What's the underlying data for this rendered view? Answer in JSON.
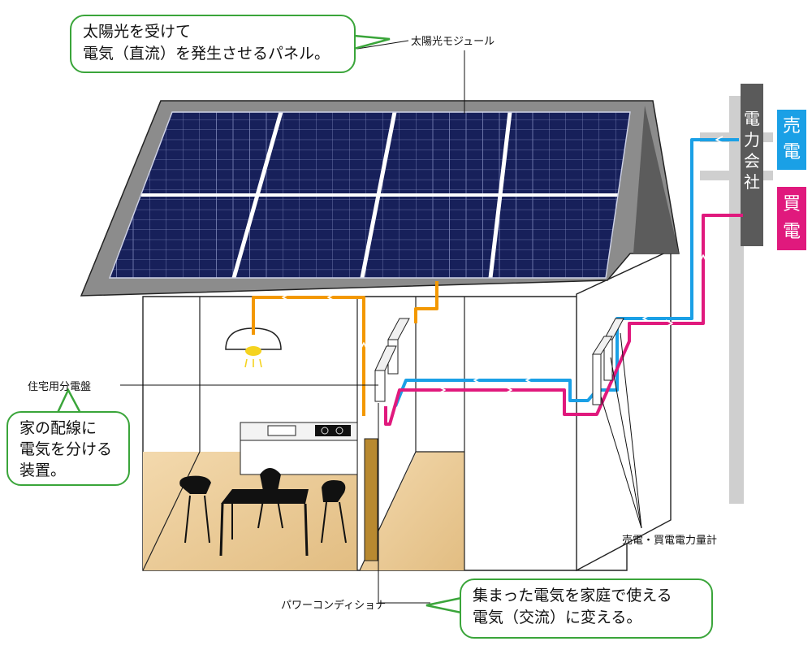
{
  "bubbles": {
    "module": {
      "line1": "太陽光を受けて",
      "line2": "電気（直流）を発生させるパネル。"
    },
    "panel": {
      "line1": "家の配線に",
      "line2": "電気を分ける",
      "line3": "装置。"
    },
    "conditioner": {
      "line1": "集まった電気を家庭で使える",
      "line2": "電気（交流）に変える。"
    }
  },
  "labels": {
    "module": "太陽光モジュール",
    "panel": "住宅用分電盤",
    "conditioner": "パワーコンディショナ",
    "meter": "売電・買電電力量計"
  },
  "utility": {
    "company": [
      "電",
      "力",
      "会",
      "社"
    ],
    "sell": [
      "売",
      "電"
    ],
    "buy": [
      "買",
      "電"
    ]
  },
  "colors": {
    "bubble_border": "#3aa53a",
    "sell_line": "#1aa0e6",
    "buy_line": "#e0197d",
    "dc_line": "#f39800",
    "panel_cell": "#17205a",
    "utility_pole": "#5a5a5a"
  }
}
